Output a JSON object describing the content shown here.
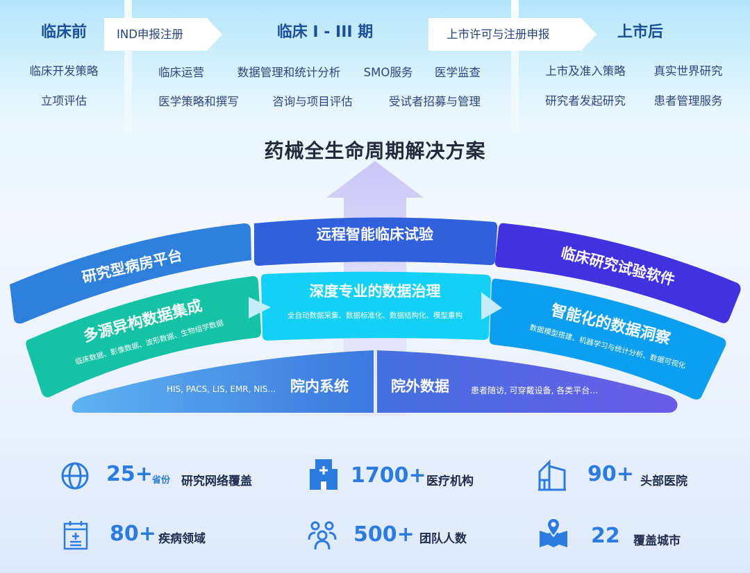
{
  "phases": {
    "preclinical": {
      "title": "临床前",
      "items": [
        "临床开发策略",
        "立项评估"
      ]
    },
    "clinical": {
      "title": "临床 I - III 期",
      "items": [
        "临床运营",
        "数据管理和统计分析",
        "SMO服务",
        "医学监查",
        "医学策略和撰写",
        "咨询与项目评估",
        "受试者招募与管理"
      ]
    },
    "postmarket": {
      "title": "上市后",
      "items": [
        "上市及准入策略",
        "真实世界研究",
        "研究者发起研究",
        "患者管理服务"
      ]
    },
    "transitions": [
      "IND申报注册",
      "上市许可与注册申报"
    ]
  },
  "title": "药械全生命周期解决方案",
  "bands": {
    "ward": "研究型病房平台",
    "remote": "远程智能临床试验",
    "software": "临床研究试验软件",
    "integration": {
      "title": "多源异构数据集成",
      "sub": "临床数据、影像数据、波形数据、生物组学数据"
    },
    "governance": {
      "title": "深度专业的数据治理",
      "sub": "全自动数据采集、数据标准化、数据结构化、模型重构"
    },
    "insight": {
      "title": "智能化的数据洞察",
      "sub": "数据模型搭建、机器学习与统计分析、数据可视化"
    },
    "internal": {
      "title": "院内系统",
      "sub": "HIS, PACS, LIS, EMR, NIS…"
    },
    "external": {
      "title": "院外数据",
      "sub": "患者随访, 可穿戴设备, 各类平台…"
    }
  },
  "stats": [
    {
      "icon": "globe-icon",
      "value": "25+",
      "unit": "省份",
      "label": "研究网络覆盖"
    },
    {
      "icon": "hospital-icon",
      "value": "1700+",
      "label": "医疗机构"
    },
    {
      "icon": "buildings-icon",
      "value": "90+",
      "label": "头部医院"
    },
    {
      "icon": "calendar-medical-icon",
      "value": "80+",
      "label": "疾病领域"
    },
    {
      "icon": "team-icon",
      "value": "500+",
      "label": "团队人数"
    },
    {
      "icon": "map-pin-icon",
      "value": "22",
      "label": "覆盖城市"
    }
  ],
  "colors": {
    "ward": "#2f80dd",
    "remote": "#3160dc",
    "software": "#4231e0",
    "integration": "#14c2a6",
    "governance": "#12d0f6",
    "insight": "#0c9ff0",
    "accent": "#2c7be0"
  }
}
